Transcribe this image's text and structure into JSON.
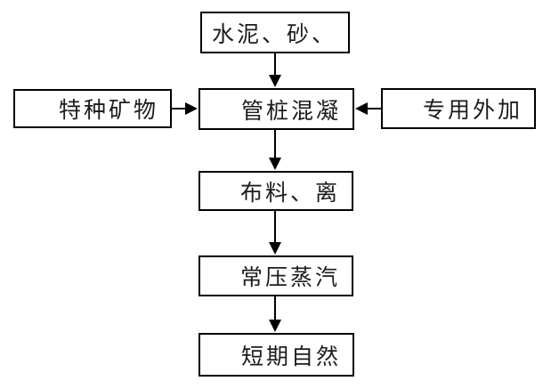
{
  "diagram": {
    "type": "flowchart",
    "direction": "top-down",
    "colors": {
      "background": "#ffffff",
      "box_border": "#000000",
      "box_fill": "#ffffff",
      "text": "#1c1c1c",
      "arrow": "#000000"
    },
    "nodes": [
      {
        "id": "cement-sand",
        "label": "水泥、砂、"
      },
      {
        "id": "special-minerals",
        "label": "特种矿物"
      },
      {
        "id": "pipe-pile-concrete",
        "label": "管桩混凝"
      },
      {
        "id": "special-admixture",
        "label": "专用外加"
      },
      {
        "id": "cloth-separation",
        "label": "布料、离"
      },
      {
        "id": "atmospheric-steam",
        "label": "常压蒸汽"
      },
      {
        "id": "short-term-natural",
        "label": "短期自然"
      }
    ],
    "edges": [
      {
        "from": "cement-sand",
        "to": "pipe-pile-concrete",
        "direction": "down"
      },
      {
        "from": "special-minerals",
        "to": "pipe-pile-concrete",
        "direction": "right"
      },
      {
        "from": "special-admixture",
        "to": "pipe-pile-concrete",
        "direction": "left"
      },
      {
        "from": "pipe-pile-concrete",
        "to": "cloth-separation",
        "direction": "down"
      },
      {
        "from": "cloth-separation",
        "to": "atmospheric-steam",
        "direction": "down"
      },
      {
        "from": "atmospheric-steam",
        "to": "short-term-natural",
        "direction": "down"
      }
    ]
  }
}
